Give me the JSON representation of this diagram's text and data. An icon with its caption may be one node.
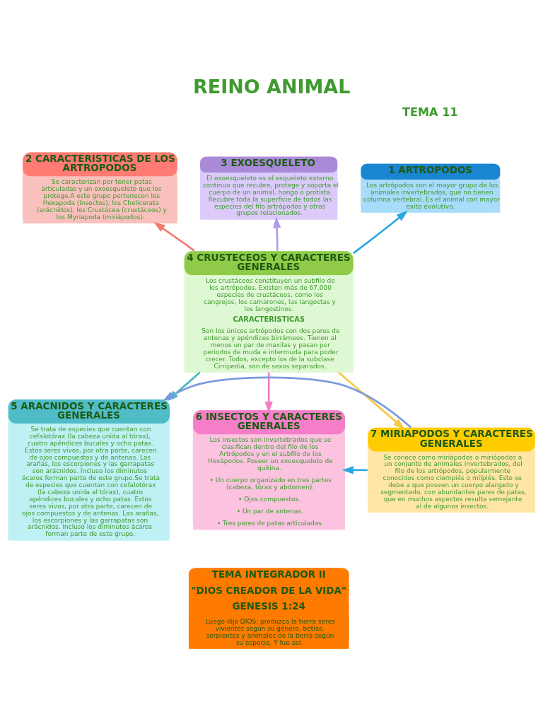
{
  "diagram": {
    "title": "REINO ANIMAL",
    "nodes": [
      {
        "text": [
          "1 ARTROPODOS",
          "Los artrópodos son el mayor grupo de los animales invertebrados, que no tienen columna vertebral. Es el animal con mayor exito evolutivo."
        ]
      },
      {
        "text": [
          "2 CARACTERISTICAS DE LOS ARTROPODOS",
          "Se caracterizan por tener patas articuladas y un exoesqueleto que los protege.A este grupo pertenecen los Hexapoda (insectos), los Chelicerata (arácnidos), los Crustácea (crustáceos) y los Myriapoda (miriápodos)."
        ]
      },
      {
        "text": [
          "3 EXOESQUELETO",
          "El exoesqueleto es el esqueleto externo continuo que recubre, protege y soporta el cuerpo de un animal, hongo o protista. Recubre toda la superficie de todos las especies del filo artrópodos y otros grupos relacionados."
        ]
      },
      {
        "text": [
          "4 CRUSTECEOS Y CARACTERES GENERALES",
          "Los crustáceos constituyen un subfilo de los artrópodos. Existen más de 67.000 especies de crustáceos, como los cangrejos, los camarones, las langostas y los langostinos.",
          "CARACTERISTICAS",
          "Son los únicos artrópodos con dos pares de antenas y apéndices birrámeos. Tienen al menos un par de maxilas y pasan por periodos de muda e intermuda para poder crecer. Todos, excepto los de la subclase Cirripedia, son de sexos separados."
        ]
      },
      {
        "text": [
          "5 ARACNIDOS Y CARACTERES GENERALES",
          "Se trata de especies que cuentan con cefalotórax (la cabeza unida al tórax), cuatro apéndices bucales y ocho patas. Estos seres vivos, por otra parte, carecen de ojos compuestos y de antenas. Las arañas, los escorpiones y las garrapatas son arácnidos. Incluso los diminutos ácaros forman parte de este grupo.Se trata de especies que cuentan con cefalotórax (la cabeza unida al tórax), cuatro apéndices bucales y ocho patas. Estos seres vivos, por otra parte, carecen de ojos compuestos y de antenas. Las arañas, los escorpiones y las garrapatas son arácnidos. Incluso los diminutos ácaros forman parte de este grupo."
        ]
      },
      {
        "text": [
          "6 INSECTOS Y CARACTERES GENERALES",
          "Los insectos son invertebrados que se clasifican dentro del filo de los Artrópodos y en el subfilo de los Hexápodos. Poseer un exoesqueleto de quitina.",
          "• Un cuerpo organizado en tres partes (cabeza, tórax y abdomen).",
          "• Ojos compuestos.",
          "• Un par de antenas.",
          "• Tres pares de patas articuladas."
        ]
      },
      {
        "text": [
          "7 MIRIAPODOS Y CARACTERES GENERALES",
          "Se conoce como miriápodos o miriópodos a un conjunto de animales invertebrados, del filo de los artrópodos, popularmente conocidos como ciempiés o milpiés. Esto se debe a que poseen un cuerpo alargado y segmentado, con abundantes pares de patas, que en muchos aspectos resulta semejante al de algunos insectos."
        ]
      },
      {
        "text": [
          "TEMA INTEGRADOR II",
          "\"DIOS CREADOR DE LA VIDA\"",
          "GENESIS 1:24",
          "Luego dijo DIOS: produzca la tierra seres vivientes según su género, betias, serpientes y animales de la tierra según su especie. Y fue así."
        ]
      }
    ],
    "edges": [
      {
        "from": 3,
        "to": 0,
        "arrow": "to",
        "color": "#29a8e0"
      },
      {
        "from": 3,
        "to": 1,
        "arrow": "to",
        "color": "#f47a6e"
      },
      {
        "from": 3,
        "to": 2,
        "arrow": "to",
        "color": "#b39ae8"
      },
      {
        "from": 3,
        "to": 5,
        "arrow": "to",
        "color": "#f57ec8"
      },
      {
        "from": 3,
        "to": 4,
        "arrow": "to",
        "color": "#4cb8c4"
      },
      {
        "from": 3,
        "to": 6,
        "arrow": "to",
        "color": "#f5c842"
      },
      {
        "from": 6,
        "to": 5,
        "arrow": "to",
        "color": "#29a8e0"
      },
      {
        "from": 6,
        "to": 4,
        "arrow": "to",
        "color": "#7b9be0"
      }
    ],
    "labels": [
      "TEMA 11"
    ]
  }
}
